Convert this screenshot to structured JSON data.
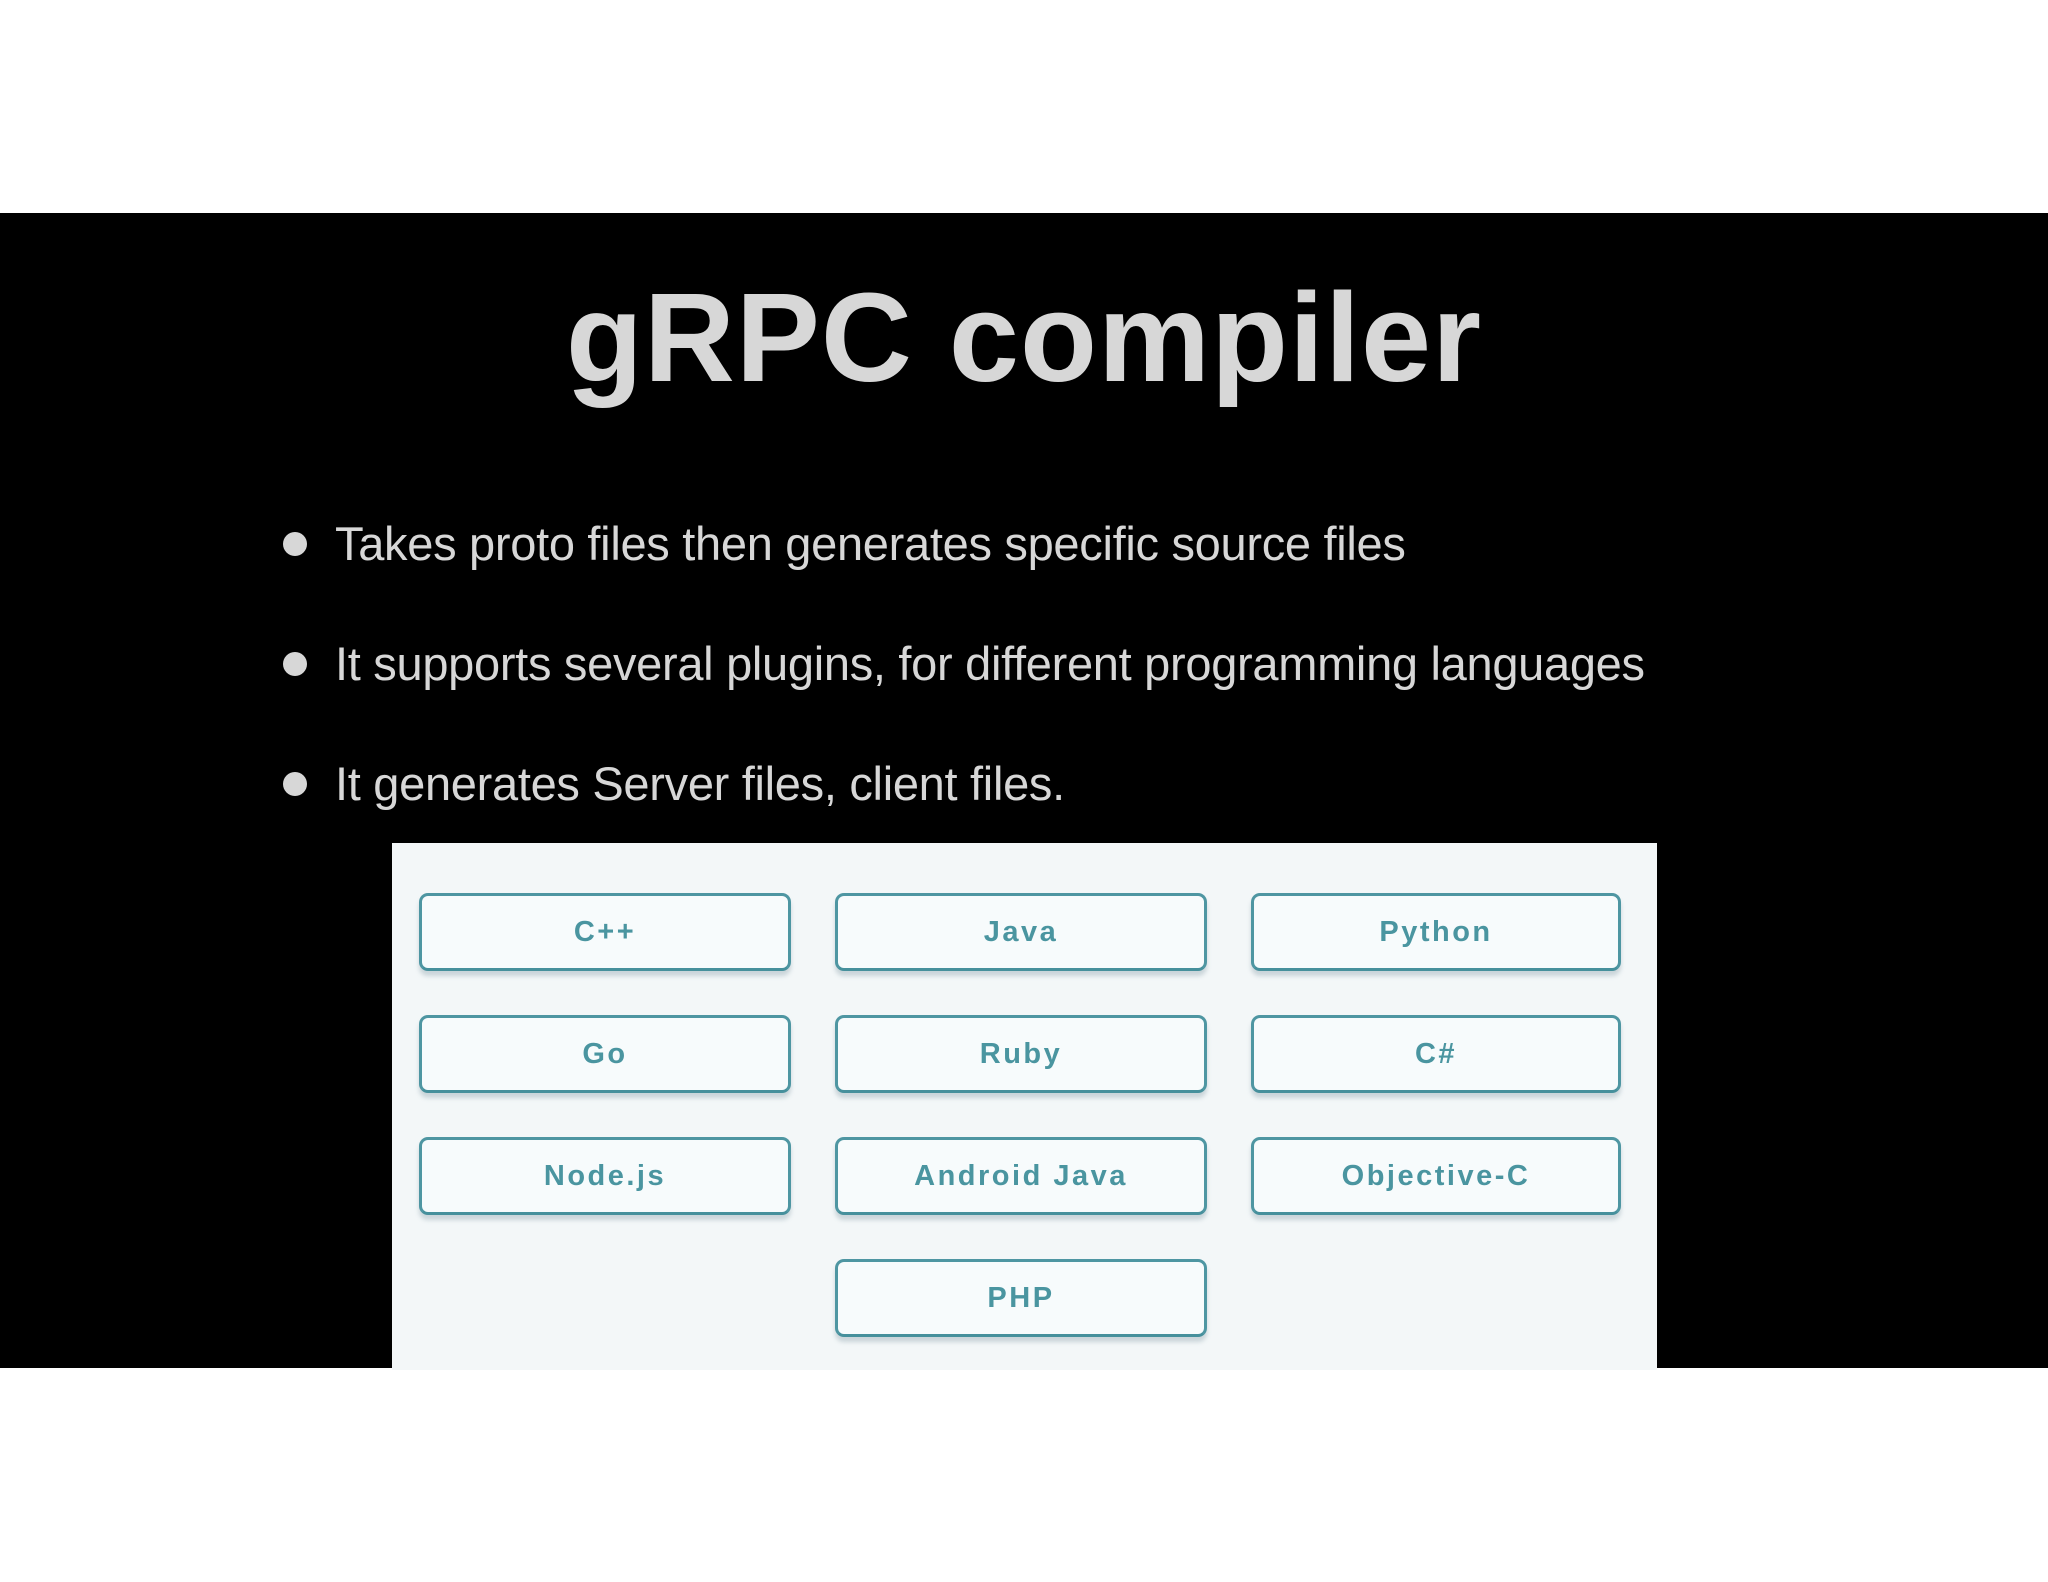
{
  "slide": {
    "title": "gRPC compiler",
    "bullets": [
      "Takes proto files then generates specific source files",
      "It supports several plugins, for different programming languages",
      "It generates Server files, client files."
    ]
  },
  "languages_panel": {
    "buttons": [
      {
        "label": "C++",
        "row": 1,
        "col": 1
      },
      {
        "label": "Java",
        "row": 1,
        "col": 2
      },
      {
        "label": "Python",
        "row": 1,
        "col": 3
      },
      {
        "label": "Go",
        "row": 2,
        "col": 1
      },
      {
        "label": "Ruby",
        "row": 2,
        "col": 2
      },
      {
        "label": "C#",
        "row": 2,
        "col": 3
      },
      {
        "label": "Node.js",
        "row": 3,
        "col": 1
      },
      {
        "label": "Android Java",
        "row": 3,
        "col": 2
      },
      {
        "label": "Objective-C",
        "row": 3,
        "col": 3
      },
      {
        "label": "PHP",
        "row": 4,
        "col": 2
      }
    ]
  },
  "colors": {
    "page_bg": "#ffffff",
    "slide_bg": "#000000",
    "text_gray": "#d7d7d7",
    "accent_teal": "#4e96a2",
    "panel_bg": "#f3f7f8",
    "button_bg": "#f7fbfc"
  },
  "layout_values": {
    "bullet_row_tops": [
      513,
      633,
      753
    ]
  }
}
